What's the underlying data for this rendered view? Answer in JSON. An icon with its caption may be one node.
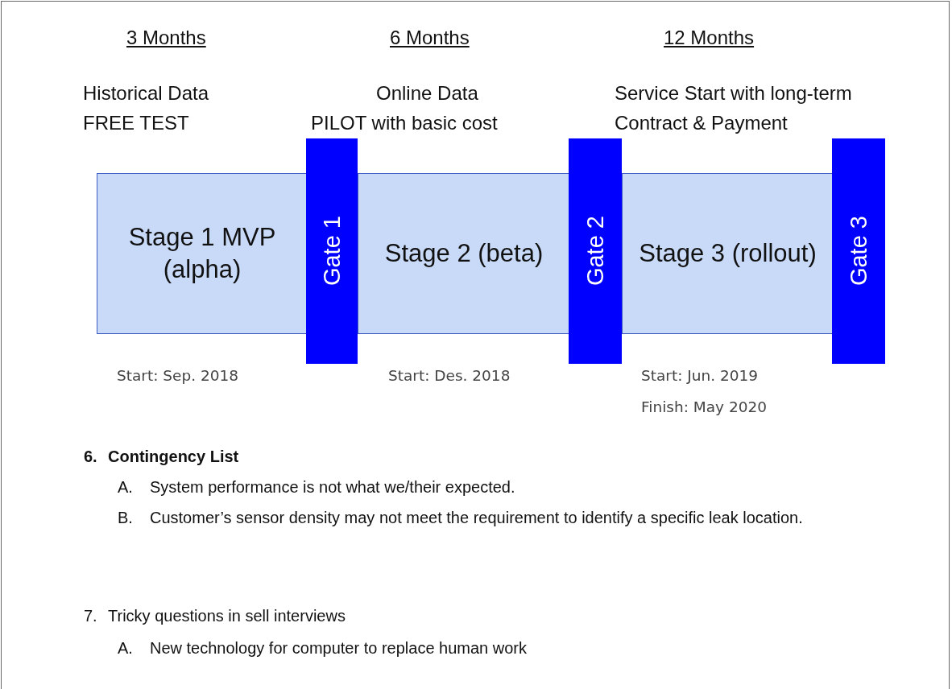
{
  "diagram": {
    "nodes": [
      {
        "text": [
          "Stage 1 MVP (alpha)"
        ],
        "beside": [
          "Start: Sep. 2018"
        ]
      },
      {
        "text": [
          "Gate 1"
        ]
      },
      {
        "text": [
          "Stage 2 (beta)"
        ],
        "beside": [
          "Start: Des. 2018"
        ]
      },
      {
        "text": [
          "Gate 2"
        ]
      },
      {
        "text": [
          "Stage 3 (rollout)"
        ],
        "beside": [
          "Start: Jun. 2019",
          "Finish: May 2020"
        ]
      },
      {
        "text": [
          "Gate 3"
        ]
      }
    ],
    "labels": [
      "3 Months",
      "6 Months",
      "12 Months",
      "Historical Data",
      "Online Data",
      "Service Start with long-term",
      "FREE TEST",
      "PILOT with basic cost",
      "Contract & Payment",
      "6.",
      "Contingency List",
      "A.",
      "System performance is not what we/their expected.",
      "B.",
      "Customer’s sensor density may not meet the requirement to identify a specific leak location.",
      "7.",
      "Tricky questions in sell interviews",
      "A.",
      "New technology for computer to replace human work"
    ]
  }
}
